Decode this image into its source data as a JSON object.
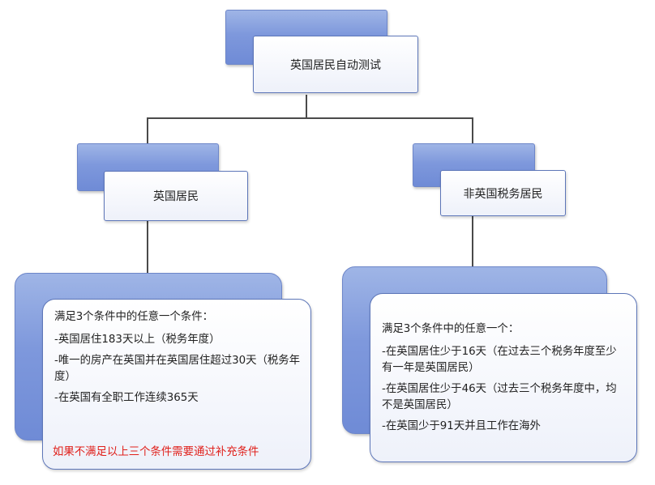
{
  "root": {
    "label": "英国居民自动测试"
  },
  "left": {
    "label": "英国居民",
    "heading": "满足3个条件中的任意一个条件：",
    "items": [
      "-英国居住183天以上（税务年度）",
      "-唯一的房产在英国并在英国居住超过30天（税务年度）",
      "-在英国有全职工作连续365天"
    ],
    "note": "如果不满足以上三个条件需要通过补充条件"
  },
  "right": {
    "label": "非英国税务居民",
    "heading": "满足3个条件中的任意一个：",
    "items": [
      "-在英国居住少于16天（在过去三个税务年度至少有一年是英国居民）",
      "-在英国居住少于46天（过去三个税务年度中，均不是英国居民）",
      "-在英国少于91天并且工作在海外"
    ]
  },
  "colors": {
    "accent_blue": "#7e98dc",
    "connector": "#4a4a4a",
    "note_red": "#e0201b"
  }
}
